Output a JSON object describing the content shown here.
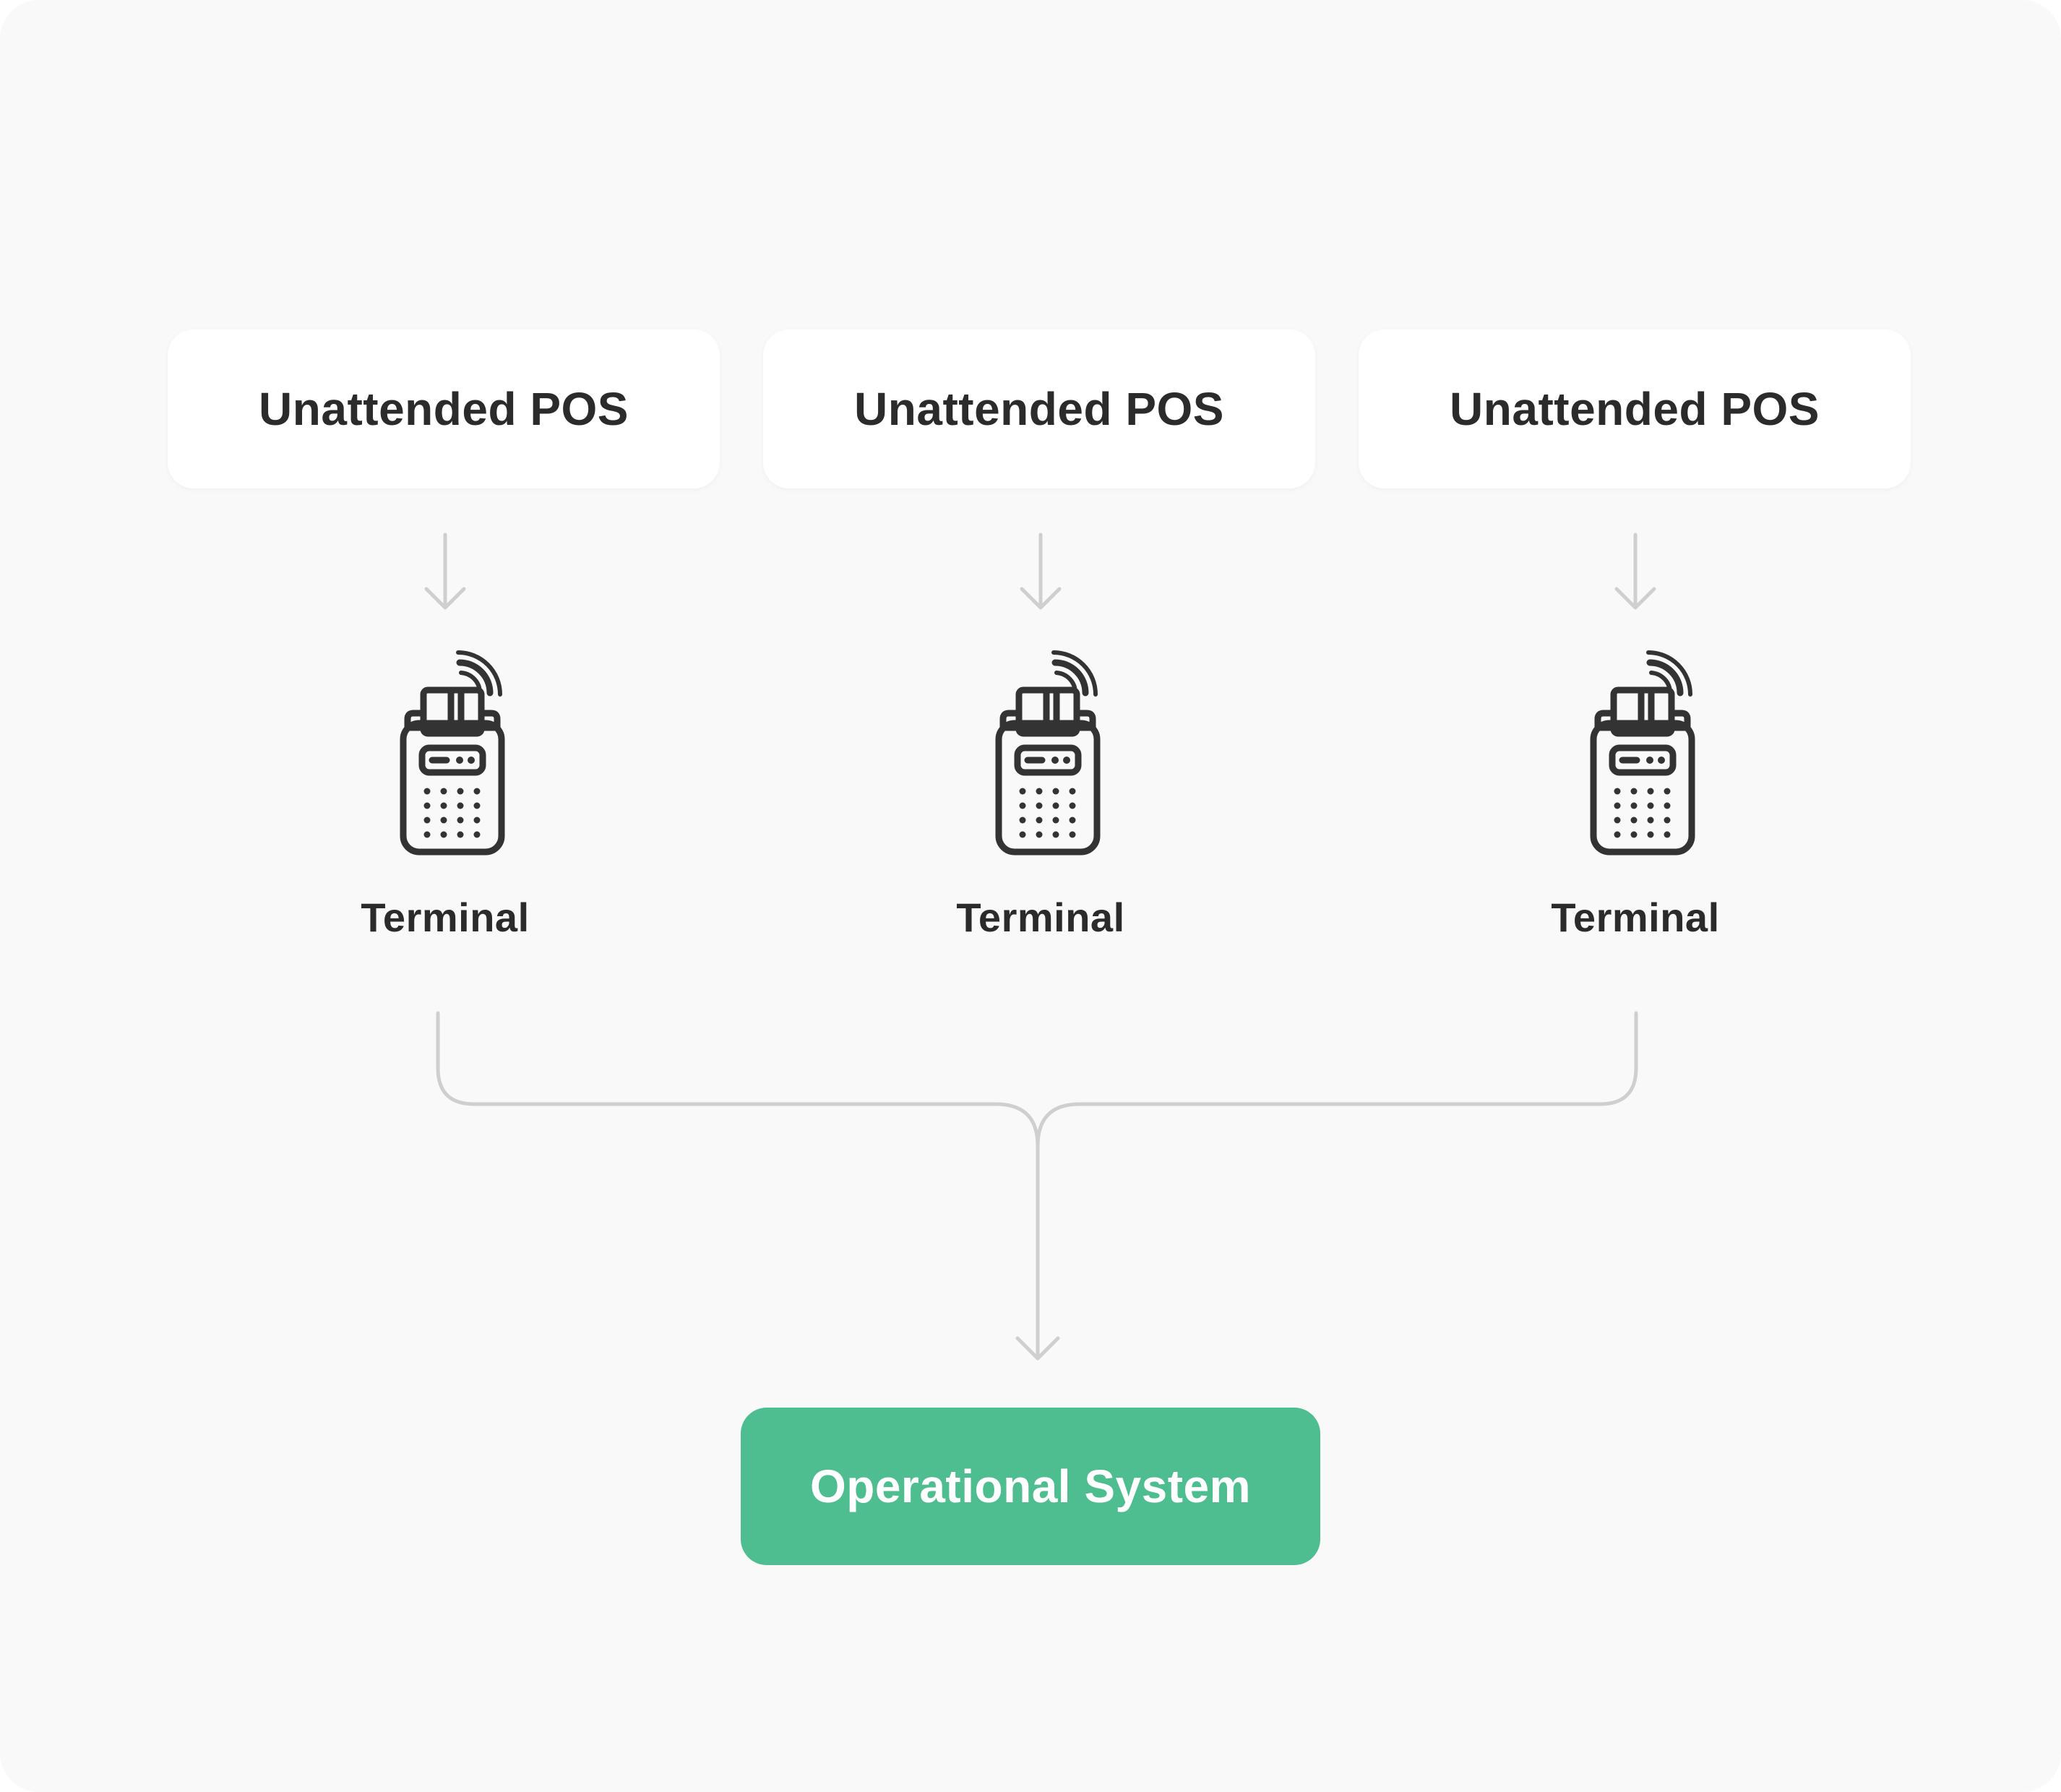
{
  "sources": [
    {
      "label": "Unattended POS"
    },
    {
      "label": "Unattended POS"
    },
    {
      "label": "Unattended POS"
    }
  ],
  "terminals": [
    {
      "label": "Terminal",
      "icon": "payment-terminal-icon"
    },
    {
      "label": "Terminal",
      "icon": "payment-terminal-icon"
    },
    {
      "label": "Terminal",
      "icon": "payment-terminal-icon"
    }
  ],
  "destination": {
    "label": "Operational System"
  },
  "colors": {
    "background": "#f9f9f9",
    "card": "#ffffff",
    "text": "#2b2b2b",
    "connector": "#cfcfd1",
    "accent": "#4ebd8f",
    "accent_text": "#ffffff"
  }
}
